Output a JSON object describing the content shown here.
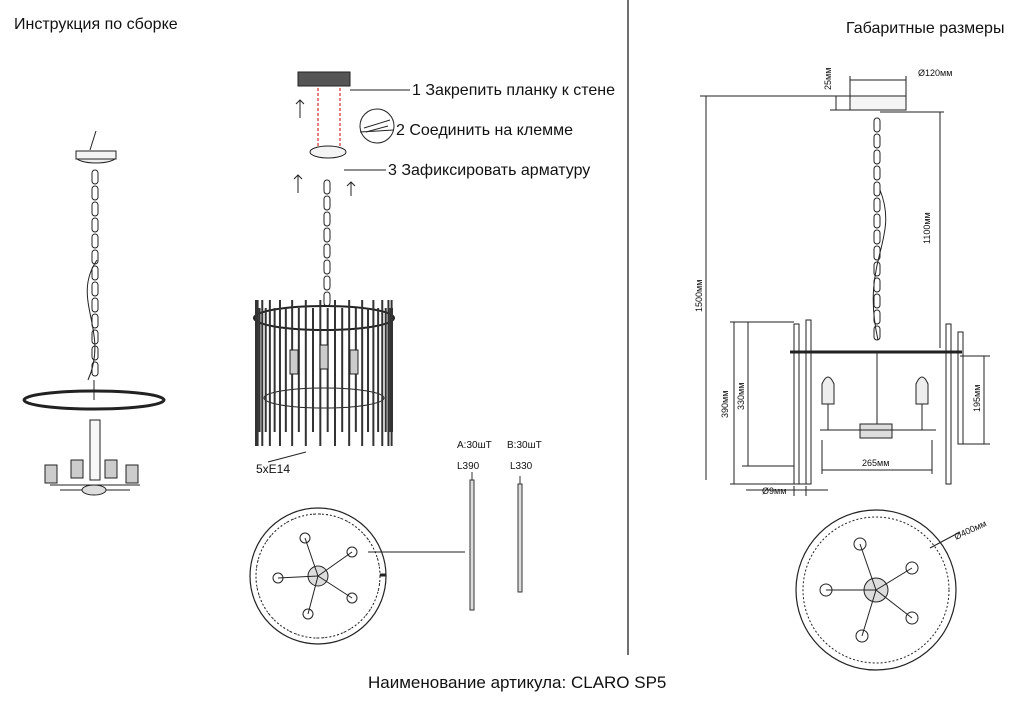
{
  "headings": {
    "left": "Инструкция по сборке",
    "right": "Габаритные размеры"
  },
  "steps": [
    {
      "label": "1 Закрепить планку к стене"
    },
    {
      "label": "2 Соединить на клемме"
    },
    {
      "label": "3 Зафиксировать арматуру"
    }
  ],
  "lamp_label": "5xE14",
  "rods": {
    "a_label": "A:30шТ",
    "a_length": "L390",
    "b_label": "B:30шТ",
    "b_length": "L330"
  },
  "dimensions": {
    "canopy_height": "25мм",
    "canopy_diameter": "Ø120мм",
    "chain_length": "1100мм",
    "total_height": "1500мм",
    "body_height": "390мм",
    "inner_height": "330мм",
    "lamp_height": "195мм",
    "arm_width": "265мм",
    "rod_diameter": "Ø9мм",
    "outer_diameter": "Ø400мм"
  },
  "footer": "Наименование артикула: CLARO SP5"
}
